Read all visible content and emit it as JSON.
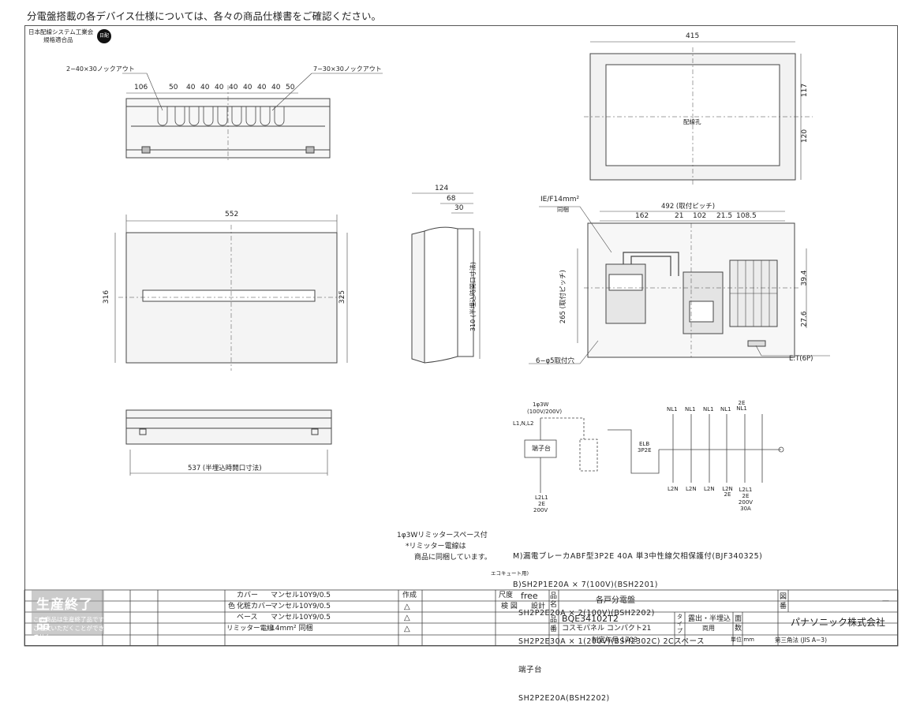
{
  "notice": "分電盤搭載の各デバイス仕様については、各々の商品仕様書をご確認ください。",
  "assoc": {
    "line1": "日本配線システム工業会",
    "line2": "規格適合品",
    "mark": "日配"
  },
  "top_view": {
    "knockout_left": "2−40×30ノックアウト",
    "knockout_right": "7−30×30ノックアウト",
    "dims": [
      "106",
      "50",
      "40",
      "40",
      "40",
      "40",
      "40",
      "40",
      "40",
      "50"
    ]
  },
  "front_view": {
    "width": "552",
    "height_left": "316",
    "height_right": "325"
  },
  "side_view": {
    "d1": "124",
    "d2": "68",
    "d3": "30",
    "h": "310 (半埋込時開口寸法)"
  },
  "bottom_view": {
    "width": "537 (半埋込時開口寸法)"
  },
  "cover_view": {
    "width": "415",
    "h1": "117",
    "h2": "120",
    "label": "配線孔"
  },
  "inner_view": {
    "wire": "IE/F14mm²",
    "wire_sub": "同梱",
    "pitch": "492 (取付ピッチ)",
    "dims": [
      "162",
      "21",
      "102",
      "21.5",
      "108.5"
    ],
    "v_pitch": "265 (取付ピッチ)",
    "v1": "39.4",
    "v2": "27.6",
    "holes": "6−φ5取付穴",
    "et": "E.T(6P)"
  },
  "circuit": {
    "supply": "1φ3W",
    "supply_v": "(100V/200V)",
    "lines": "L1,N,L2",
    "terminal": "端子台",
    "elb": "ELB",
    "elb2": "3P2E",
    "top_labels": [
      "NL1",
      "NL1",
      "NL1",
      "NL1",
      "2E NL1"
    ],
    "bottom_labels": [
      "L2N",
      "L2N",
      "L2N",
      "L2N 2E",
      "L2L1 2E 200V 30A"
    ],
    "left_bottom": [
      "L2L1",
      "2E",
      "200V"
    ]
  },
  "limiter": {
    "line1": "1φ3Wリミッタースペース付",
    "line2": "*リミッター電線は",
    "line3": "商品に同梱しています。",
    "ecocute": "エコキュート用)"
  },
  "spec_lines": [
    "M)漏電ブレーカABF型3P2E 40A 単3中性線欠相保護付(BJF340325)",
    "B)SH2P1E20A × 7(100V)(BSH2201)",
    "  SH2P2E20A × 2(100V)(BSH2202)",
    "  SH2P2E30A × 1(200V)(BSH2302C) 2Cスペース",
    "  端子台",
    "  SH2P2E20A(BSH2202)"
  ],
  "title_block": {
    "color_label": "色",
    "rows": [
      {
        "part": "カバー",
        "value": "マンセル10Y9/0.5"
      },
      {
        "part": "化粧カバー",
        "value": "マンセル10Y9/0.5"
      },
      {
        "part": "ベース",
        "value": "マンセル10Y9/0.5"
      },
      {
        "part": "リミッター電線",
        "value": "14mm² 同梱"
      }
    ],
    "sakusei": "作成",
    "shakudo": "尺度",
    "scale": "free",
    "kenzu": "検 図",
    "sekkei": "設計",
    "hinmei_label": "品名",
    "hinmei": "各戸分電盤",
    "hinban_label": "品番",
    "hinban": "BQE34102T2",
    "series": "コスモパネル コンパクト21",
    "type_label": "タイプ",
    "type": "露出・半埋込",
    "type2": "両用",
    "men_label": "面数",
    "zuban_label": "図番",
    "zuban": "—",
    "company": "パナソニック株式会社",
    "date": "制定年月 1703",
    "unit": "単位:mm",
    "angle": "第三角法 (JIS A−3)"
  },
  "stamp": {
    "big": "生産終了品",
    "line1": "この商品は生産終了品です",
    "line2": "ご注文いただくことができません"
  }
}
